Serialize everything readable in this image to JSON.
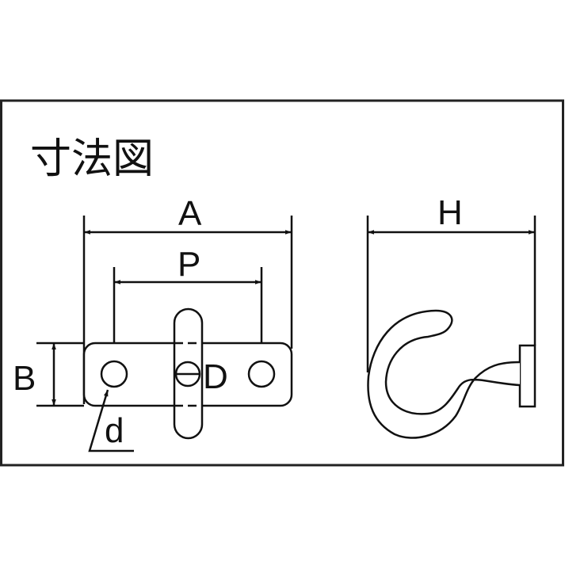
{
  "diagram": {
    "title": "寸法図",
    "dimensions": {
      "A": "A",
      "P": "P",
      "B": "B",
      "D": "D",
      "d": "d",
      "H": "H"
    },
    "views": [
      "front-view-plate",
      "side-view-hook"
    ],
    "colors": {
      "line": "#111111",
      "background": "#ffffff"
    }
  }
}
